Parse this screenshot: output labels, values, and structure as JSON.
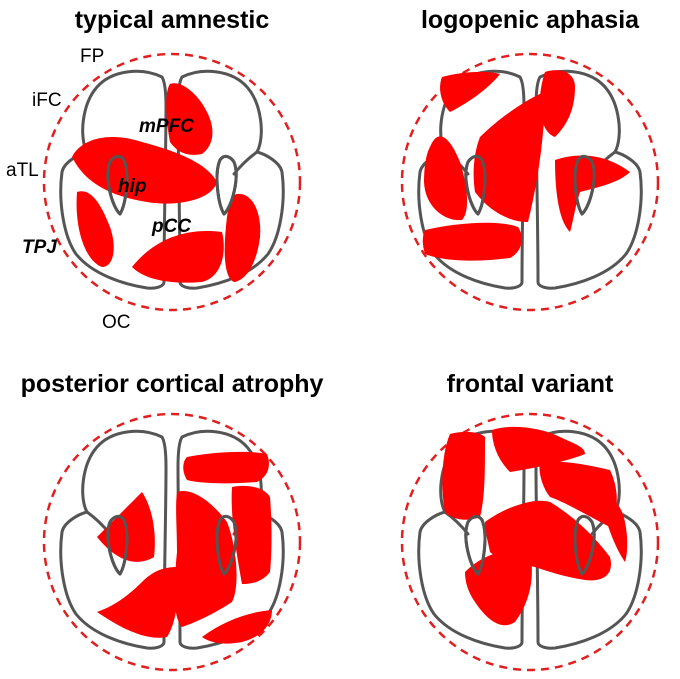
{
  "colors": {
    "atrophy": "#ff0000",
    "ring": "#e02020",
    "outline": "#555555"
  },
  "panels": [
    {
      "title": "typical amnestic",
      "labels": {
        "fp": "FP",
        "ifc": "iFC",
        "atl": "aTL",
        "tpj": "TPJ",
        "oc": "OC",
        "mpfc": "mPFC",
        "hip": "hip",
        "pcc": "pCC"
      }
    },
    {
      "title": "logopenic aphasia"
    },
    {
      "title": "posterior cortical atrophy"
    },
    {
      "title": "frontal variant"
    }
  ]
}
